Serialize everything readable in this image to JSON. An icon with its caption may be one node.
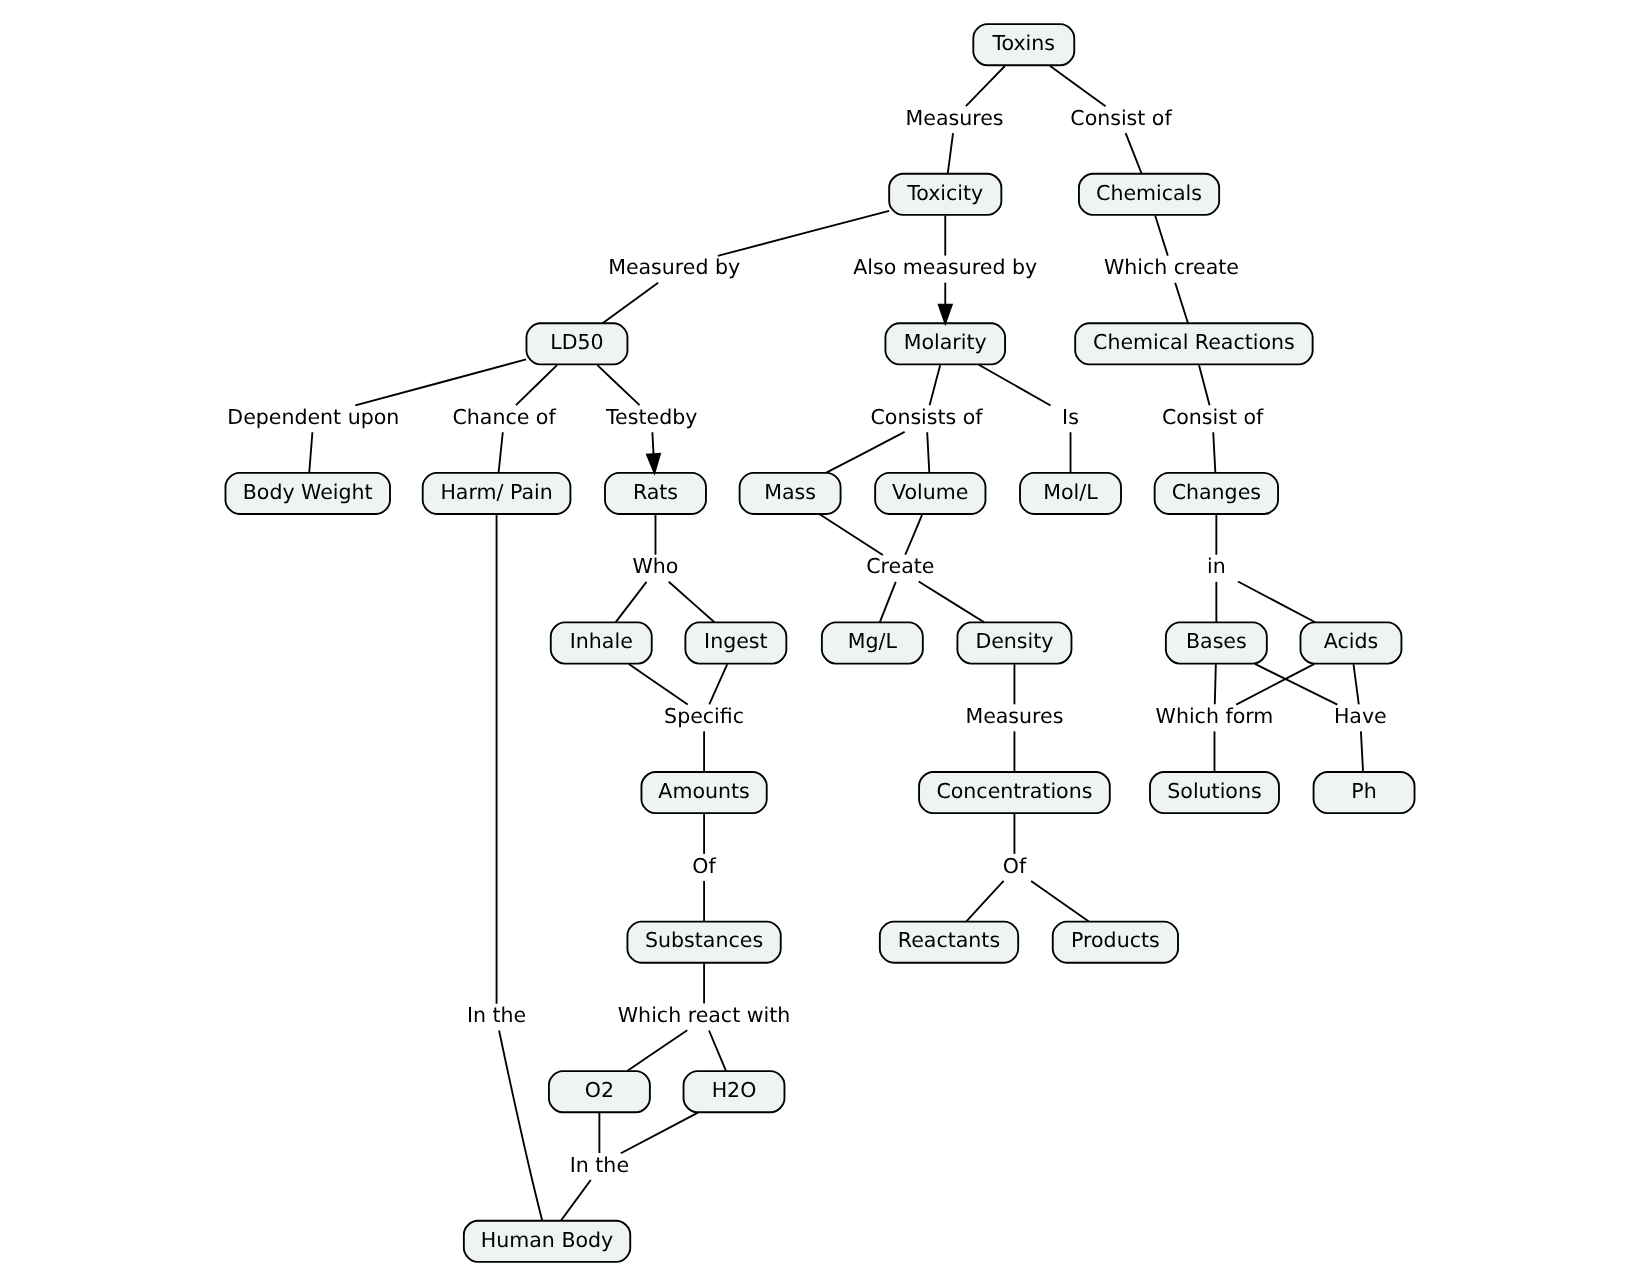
{
  "diagram": {
    "nodes": [
      {
        "text": [
          "Toxicity"
        ]
      },
      {
        "text": [
          "Measures"
        ]
      },
      {
        "text": [
          "Also measured by"
        ]
      },
      {
        "text": [
          "Molarity"
        ]
      },
      {
        "text": [
          "Is"
        ]
      },
      {
        "text": [
          "Mol/L"
        ]
      },
      {
        "text": [
          "Measured by"
        ]
      },
      {
        "text": [
          "Consists of"
        ]
      },
      {
        "text": [
          "Toxins"
        ]
      },
      {
        "text": [
          "LD50"
        ]
      },
      {
        "text": [
          "Testedby"
        ]
      },
      {
        "text": [
          "Rats"
        ]
      },
      {
        "text": [
          "Consist of"
        ]
      },
      {
        "text": [
          "Mass"
        ]
      },
      {
        "text": [
          "Who"
        ]
      },
      {
        "text": [
          "Dependent upon"
        ]
      },
      {
        "text": [
          "Volume"
        ]
      },
      {
        "text": [
          "Chemicals"
        ]
      },
      {
        "text": [
          "Ingest"
        ]
      },
      {
        "text": [
          "Inhale"
        ]
      },
      {
        "text": [
          "Create"
        ]
      },
      {
        "text": [
          "Body Weight"
        ]
      },
      {
        "text": [
          "Which create"
        ]
      },
      {
        "text": [
          "Specific"
        ]
      },
      {
        "text": [
          "Mg/L"
        ]
      },
      {
        "text": [
          "Density"
        ]
      },
      {
        "text": [
          "Chemical Reactions"
        ]
      },
      {
        "text": [
          "Chance of"
        ]
      },
      {
        "text": [
          "Amounts"
        ]
      },
      {
        "text": [
          "Measures"
        ]
      },
      {
        "text": [
          "Consist of"
        ]
      },
      {
        "text": [
          "Of"
        ]
      },
      {
        "text": [
          "Harm/ Pain"
        ]
      },
      {
        "text": [
          "Substances"
        ]
      },
      {
        "text": [
          "Concentrations"
        ]
      },
      {
        "text": [
          "Changes"
        ]
      },
      {
        "text": [
          "Which react with"
        ]
      },
      {
        "text": [
          "in"
        ]
      },
      {
        "text": [
          "Of"
        ]
      },
      {
        "text": [
          "Bases"
        ]
      },
      {
        "text": [
          "In the"
        ]
      },
      {
        "text": [
          "Acids"
        ]
      },
      {
        "text": [
          "H2O"
        ]
      },
      {
        "text": [
          "O2"
        ]
      },
      {
        "text": [
          "Reactants"
        ]
      },
      {
        "text": [
          "Products"
        ]
      },
      {
        "text": [
          "Have"
        ]
      },
      {
        "text": [
          "In the"
        ]
      },
      {
        "text": [
          "Human Body"
        ]
      },
      {
        "text": [
          "Ph"
        ]
      },
      {
        "text": [
          "Which form"
        ]
      },
      {
        "text": [
          "Solutions"
        ]
      }
    ],
    "edges": [
      {
        "from": 8,
        "to": 1,
        "arrow": "none"
      },
      {
        "from": 1,
        "to": 0,
        "arrow": "none"
      },
      {
        "from": 0,
        "to": 2,
        "arrow": "none"
      },
      {
        "from": 2,
        "to": 3,
        "arrow": "to"
      },
      {
        "from": 3,
        "to": 4,
        "arrow": "none"
      },
      {
        "from": 4,
        "to": 5,
        "arrow": "none"
      },
      {
        "from": 0,
        "to": 6,
        "arrow": "none"
      },
      {
        "from": 6,
        "to": 9,
        "arrow": "none"
      },
      {
        "from": 8,
        "to": 12,
        "arrow": "none"
      },
      {
        "from": 12,
        "to": 17,
        "arrow": "none"
      },
      {
        "from": 9,
        "to": 10,
        "arrow": "none"
      },
      {
        "from": 10,
        "to": 11,
        "arrow": "to"
      },
      {
        "from": 9,
        "to": 15,
        "arrow": "none"
      },
      {
        "from": 15,
        "to": 21,
        "arrow": "none"
      },
      {
        "from": 9,
        "to": 27,
        "arrow": "none"
      },
      {
        "from": 27,
        "to": 32,
        "arrow": "none"
      },
      {
        "from": 32,
        "to": 40,
        "arrow": "none"
      },
      {
        "from": 40,
        "to": 48,
        "arrow": "none"
      },
      {
        "from": 11,
        "to": 14,
        "arrow": "none"
      },
      {
        "from": 14,
        "to": 18,
        "arrow": "none"
      },
      {
        "from": 14,
        "to": 19,
        "arrow": "none"
      },
      {
        "from": 18,
        "to": 23,
        "arrow": "none"
      },
      {
        "from": 19,
        "to": 23,
        "arrow": "none"
      },
      {
        "from": 23,
        "to": 28,
        "arrow": "none"
      },
      {
        "from": 28,
        "to": 31,
        "arrow": "none"
      },
      {
        "from": 31,
        "to": 33,
        "arrow": "none"
      },
      {
        "from": 33,
        "to": 36,
        "arrow": "none"
      },
      {
        "from": 36,
        "to": 42,
        "arrow": "none"
      },
      {
        "from": 36,
        "to": 43,
        "arrow": "none"
      },
      {
        "from": 42,
        "to": 47,
        "arrow": "none"
      },
      {
        "from": 43,
        "to": 47,
        "arrow": "none"
      },
      {
        "from": 47,
        "to": 48,
        "arrow": "none"
      },
      {
        "from": 3,
        "to": 7,
        "arrow": "none"
      },
      {
        "from": 7,
        "to": 13,
        "arrow": "none"
      },
      {
        "from": 7,
        "to": 16,
        "arrow": "none"
      },
      {
        "from": 13,
        "to": 20,
        "arrow": "none"
      },
      {
        "from": 16,
        "to": 20,
        "arrow": "none"
      },
      {
        "from": 20,
        "to": 25,
        "arrow": "none"
      },
      {
        "from": 20,
        "to": 24,
        "arrow": "none"
      },
      {
        "from": 25,
        "to": 29,
        "arrow": "none"
      },
      {
        "from": 29,
        "to": 34,
        "arrow": "none"
      },
      {
        "from": 34,
        "to": 38,
        "arrow": "none"
      },
      {
        "from": 38,
        "to": 44,
        "arrow": "none"
      },
      {
        "from": 38,
        "to": 45,
        "arrow": "none"
      },
      {
        "from": 17,
        "to": 22,
        "arrow": "none"
      },
      {
        "from": 22,
        "to": 26,
        "arrow": "none"
      },
      {
        "from": 26,
        "to": 30,
        "arrow": "none"
      },
      {
        "from": 30,
        "to": 35,
        "arrow": "none"
      },
      {
        "from": 35,
        "to": 37,
        "arrow": "none"
      },
      {
        "from": 37,
        "to": 41,
        "arrow": "none"
      },
      {
        "from": 37,
        "to": 39,
        "arrow": "none"
      },
      {
        "from": 41,
        "to": 46,
        "arrow": "none"
      },
      {
        "from": 39,
        "to": 46,
        "arrow": "none"
      },
      {
        "from": 46,
        "to": 49,
        "arrow": "none"
      },
      {
        "from": 41,
        "to": 50,
        "arrow": "none"
      },
      {
        "from": 39,
        "to": 50,
        "arrow": "none"
      },
      {
        "from": 50,
        "to": 51,
        "arrow": "none"
      }
    ]
  }
}
